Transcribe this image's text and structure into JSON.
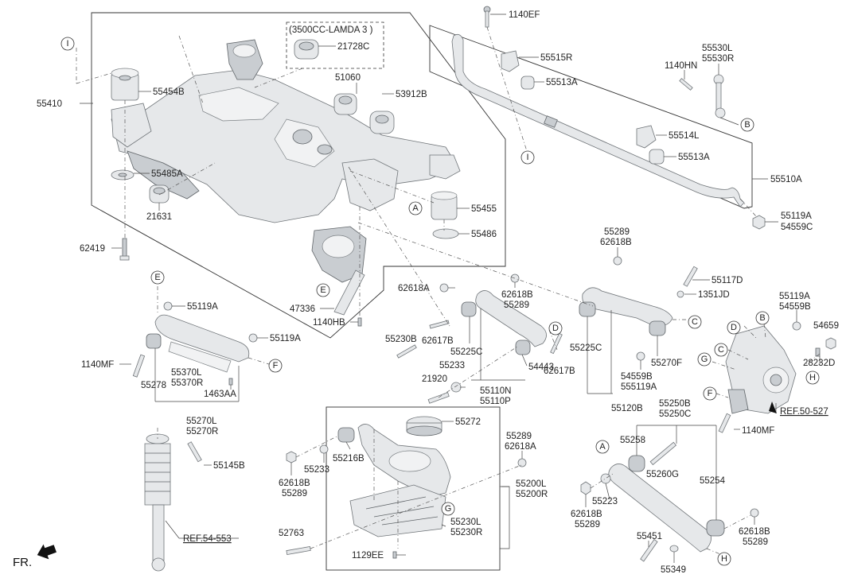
{
  "labels": {
    "l_55410": "55410",
    "l_55454B": "55454B",
    "l_3500cc": "(3500CC-LAMDA 3 )",
    "l_21728C": "21728C",
    "l_51060": "51060",
    "l_53912B": "53912B",
    "l_55485A": "55485A",
    "l_21631": "21631",
    "l_55455": "55455",
    "l_55486": "55486",
    "l_62419": "62419",
    "l_47336": "47336",
    "l_1140HB": "1140HB",
    "l_1140EF": "1140EF",
    "l_55515R": "55515R",
    "l_55513A_1": "55513A",
    "l_55514L": "55514L",
    "l_55513A_2": "55513A",
    "l_1140HN": "1140HN",
    "l_55530L": "55530L",
    "l_55530R": "55530R",
    "l_55510A": "55510A",
    "l_55119A_r1": "55119A",
    "l_54559C": "54559C",
    "l_55289_t": "55289",
    "l_62618B_t": "62618B",
    "l_55117D": "55117D",
    "l_1351JD": "1351JD",
    "l_55119A_e1": "55119A",
    "l_55119A_e2": "55119A",
    "l_1140MF_l": "1140MF",
    "l_55278": "55278",
    "l_55370L": "55370L",
    "l_55370R": "55370R",
    "l_1463AA": "1463AA",
    "l_55270L": "55270L",
    "l_55270R": "55270R",
    "l_62618A_m": "62618A",
    "l_62618B_m": "62618B",
    "l_55289_m": "55289",
    "l_55230B": "55230B",
    "l_62617B_1": "62617B",
    "l_55225C_1": "55225C",
    "l_55233_1": "55233",
    "l_21920": "21920",
    "l_62617B_2": "62617B",
    "l_54443": "54443",
    "l_55110N": "55110N",
    "l_55110P": "55110P",
    "l_55225C_2": "55225C",
    "l_55270F": "55270F",
    "l_54559B_m": "54559B",
    "l_55119A_m": "555119A",
    "l_55120B": "55120B",
    "l_55119A_k": "55119A",
    "l_54559B_k": "54559B",
    "l_54659": "54659",
    "l_28232D": "28232D",
    "l_ref50527": "REF.50-527",
    "l_1140MF_r": "1140MF",
    "l_55145B": "55145B",
    "l_ref54553": "REF.54-553",
    "l_fr": "FR.",
    "l_55272": "55272",
    "l_55216B": "55216B",
    "l_55233_2": "55233",
    "l_62618B_b": "62618B",
    "l_55289_b": "55289",
    "l_55289_b2": "55289",
    "l_62618A_b": "62618A",
    "l_55200L": "55200L",
    "l_55200R": "55200R",
    "l_55230L": "55230L",
    "l_55230R": "55230R",
    "l_52763": "52763",
    "l_1129EE": "1129EE",
    "l_55250B": "55250B",
    "l_55250C": "55250C",
    "l_55258": "55258",
    "l_55260G": "55260G",
    "l_55254": "55254",
    "l_55223": "55223",
    "l_62618B_br": "62618B",
    "l_55289_br": "55289",
    "l_55451": "55451",
    "l_55349": "55349",
    "l_62618B_br2": "62618B",
    "l_55289_br2": "55289"
  },
  "callouts": {
    "I": "I",
    "A": "A",
    "B": "B",
    "C": "C",
    "D": "D",
    "E": "E",
    "F": "F",
    "G": "G",
    "H": "H"
  },
  "colors": {
    "part_fill": "#e6e8ea",
    "part_stroke": "#6f7478",
    "line": "#333333"
  },
  "icons": {
    "front_arrow": "arrow-icon"
  }
}
